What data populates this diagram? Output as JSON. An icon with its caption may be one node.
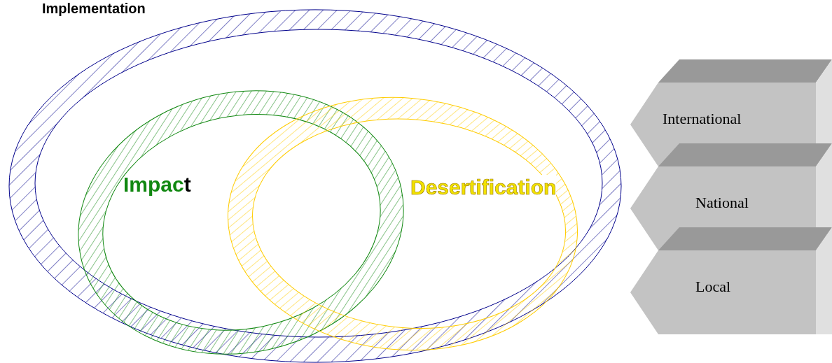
{
  "diagram": {
    "title": "Implementation",
    "nodes": [
      {
        "text": [],
        "shape": "circle"
      },
      {
        "text": [
          "Impact"
        ],
        "in": 0
      },
      {
        "text": [
          "Desertification"
        ],
        "in": 0
      },
      {
        "text": [
          "International"
        ]
      },
      {
        "text": [
          "National"
        ]
      },
      {
        "text": [
          "Local"
        ]
      }
    ],
    "edges": []
  }
}
